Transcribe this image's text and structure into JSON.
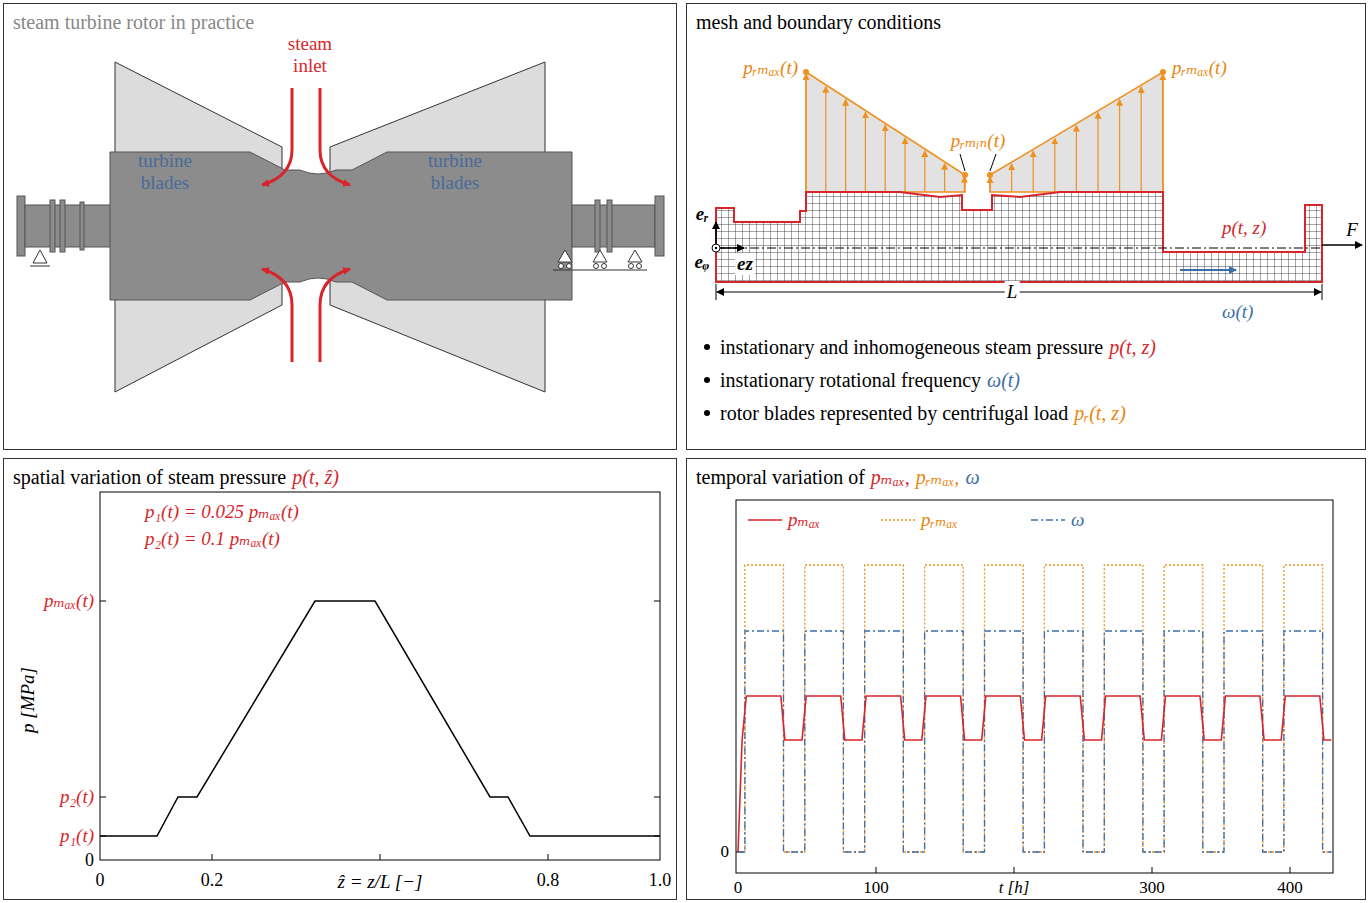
{
  "diagram": {
    "nodes": [
      {
        "text": [
          "steam turbine rotor in practice"
        ]
      },
      {
        "text": [
          "mesh and boundary conditions"
        ]
      },
      {
        "text": [
          "spatial variation of steam pressure",
          "p(t, ẑ)"
        ]
      },
      {
        "text": [
          "temporal variation of",
          "pₘₐₓ,",
          "pᵣₘₐₓ,",
          "ω"
        ]
      }
    ],
    "labels": [
      "steam inlet",
      "turbine blades",
      "turbine blades",
      "pᵣₘₐₓ(t)",
      "pᵣₘₐₓ(t)",
      "pᵣₘᵢₙ(t)",
      "eᵣ",
      "eᵩ",
      "ez",
      "p(t, z)",
      "F",
      "L",
      "ω(t)",
      "instationary and inhomogeneous steam pressure",
      "p(t, z)",
      "instationary rotational frequency",
      "ω(t)",
      "rotor blades represented by centrifugal load",
      "pᵣ(t, z)",
      "p₁(t) = 0.025 pₘₐₓ(t)",
      "p₂(t) = 0.1 pₘₐₓ(t)",
      "pₘₐₓ(t)",
      "p₂(t)",
      "p₁(t)",
      "0",
      "p [MPa]",
      "0",
      "0.2",
      "ẑ = z/L [−]",
      "0.8",
      "1.0",
      "0",
      "0",
      "100",
      "t [h]",
      "300",
      "400"
    ],
    "legend": [
      {
        "text": "pₘₐₓ"
      },
      {
        "text": "pᵣₘₐₓ"
      },
      {
        "text": "ω"
      }
    ]
  }
}
